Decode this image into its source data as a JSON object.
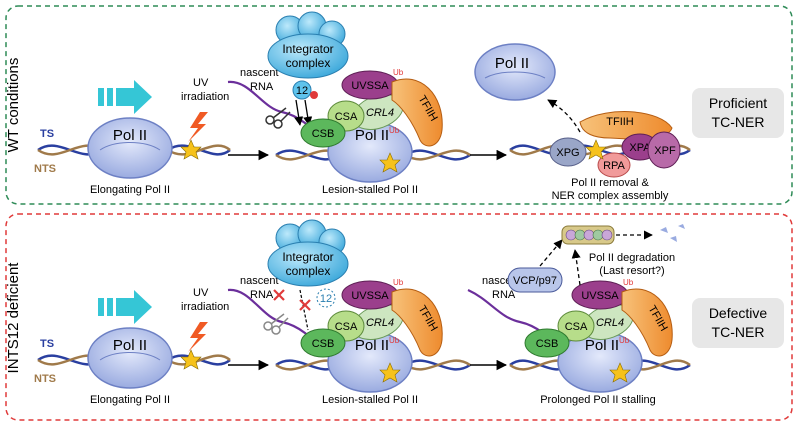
{
  "top_panel": {
    "side_label": "WT conditions",
    "uv": [
      "UV",
      "irradiation"
    ],
    "nascent": [
      "nascent",
      "RNA"
    ],
    "integrator": [
      "Integrator",
      "complex"
    ],
    "subunit": "12",
    "strand_ts": "TS",
    "strand_nts": "NTS",
    "pol": "Pol II",
    "csb": "CSB",
    "csa": "CSA",
    "crl4": "CRL4",
    "uvssa": "UVSSA",
    "tfiih": "TFIIH",
    "ub": "Ub",
    "xpg": "XPG",
    "xpa": "XPA",
    "xpf": "XPF",
    "rpa": "RPA",
    "caption_1": "Elongating Pol II",
    "caption_2": "Lesion-stalled Pol II",
    "caption_3": [
      "Pol II removal &",
      "NER complex assembly"
    ],
    "outcome": [
      "Proficient",
      "TC-NER"
    ]
  },
  "bottom_panel": {
    "side_label": "INTS12 deficient",
    "uv": [
      "UV",
      "irradiation"
    ],
    "nascent": [
      "nascent",
      "RNA"
    ],
    "integrator": [
      "Integrator",
      "complex"
    ],
    "subunit": "12",
    "strand_ts": "TS",
    "strand_nts": "NTS",
    "pol": "Pol II",
    "csb": "CSB",
    "csa": "CSA",
    "crl4": "CRL4",
    "uvssa": "UVSSA",
    "tfiih": "TFIIH",
    "ub": "Ub",
    "vcp": "VCP/p97",
    "degradation": [
      "Pol II degradation",
      "(Last resort?)"
    ],
    "caption_1": "Elongating Pol II",
    "caption_2": "Lesion-stalled Pol II",
    "caption_3": "Prolonged Pol II stalling",
    "outcome": [
      "Defective",
      "TC-NER"
    ]
  },
  "colors": {
    "top_border": "#2e8b57",
    "bottom_border": "#e03a3a",
    "pol": "#b9c6ea",
    "csb": "#5cb85c",
    "csa": "#b7dd8a",
    "crl4": "#cde6c0",
    "uvssa": "#9b3f8c",
    "tfiih": "#f3a14a",
    "integrator": "#5fc3ec",
    "dna_ts": "#2a3fa0",
    "dna_nts": "#a07a4a",
    "rna": "#6b2f9b",
    "arrow_fat": "#35c6d6",
    "outcome_box": "#e7e7e7"
  }
}
